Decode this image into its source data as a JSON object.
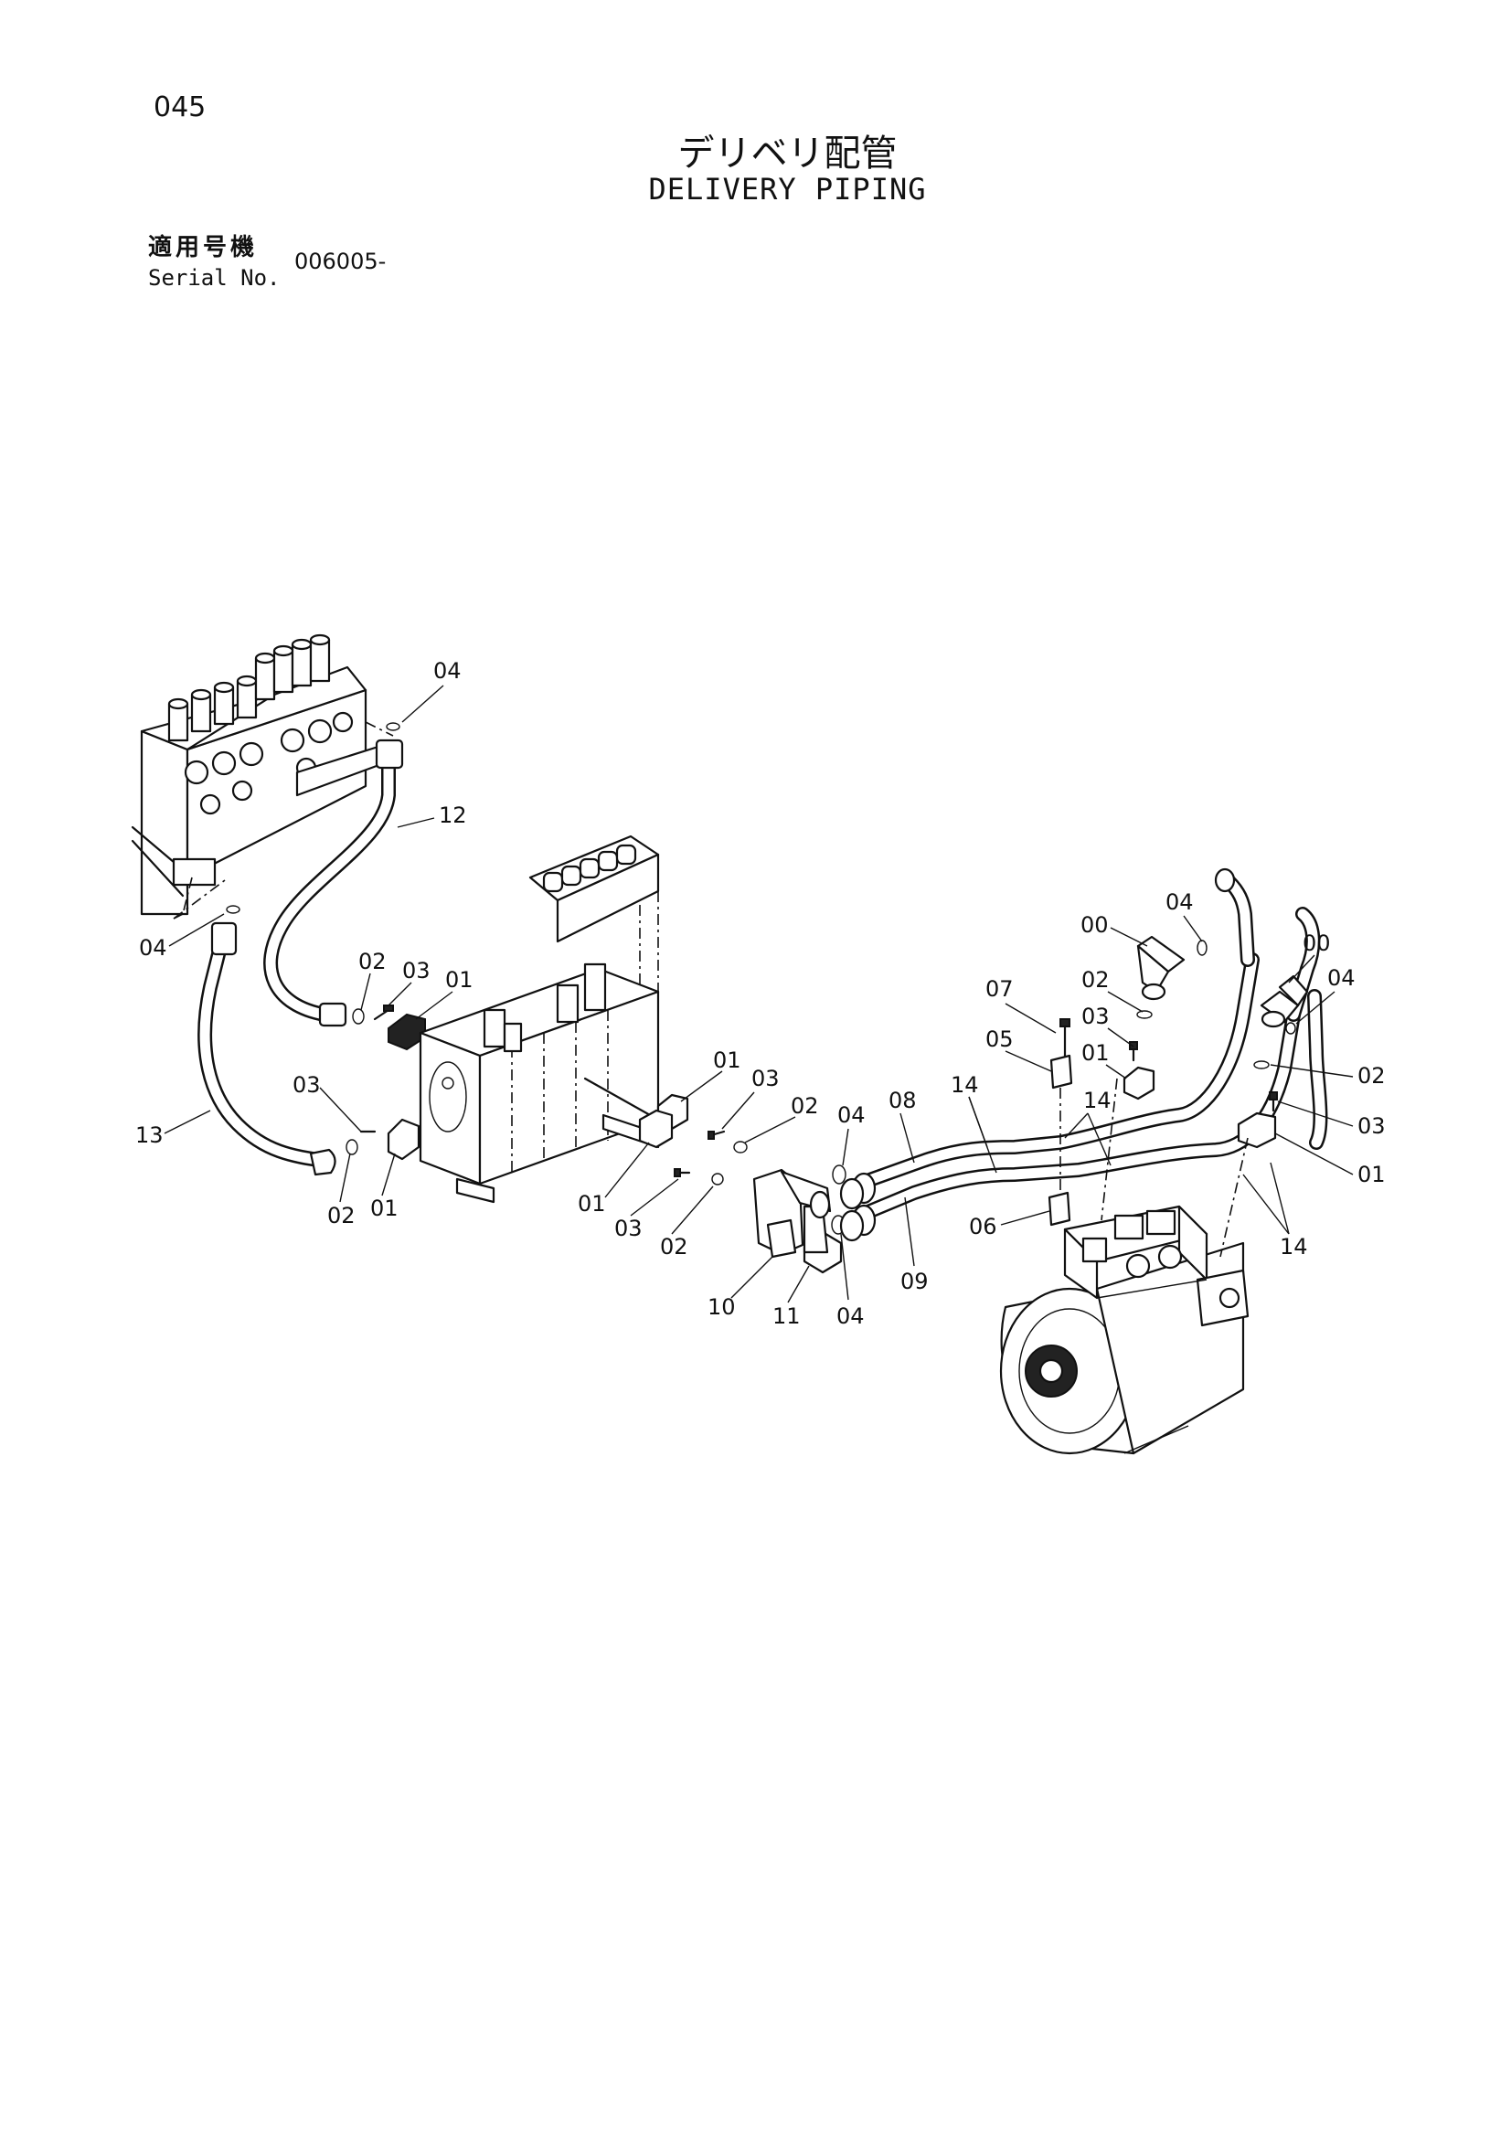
{
  "header": {
    "page_number": "045",
    "title_ja": "デリベリ配管",
    "title_en": "DELIVERY PIPING",
    "serial_label_ja": "適用号機",
    "serial_label_en": "Serial No.",
    "serial_value": "006005-"
  },
  "part_labels": [
    {
      "id": "04",
      "pos": "top-left hose end"
    },
    {
      "id": "12"
    },
    {
      "id": "04",
      "pos": "left valve port"
    },
    {
      "id": "13"
    },
    {
      "id": "02",
      "pos": "hose 12 fitting"
    },
    {
      "id": "03",
      "pos": "hose 12 fitting"
    },
    {
      "id": "01",
      "pos": "hose 12 flange"
    },
    {
      "id": "03",
      "pos": "hose 13 fitting"
    },
    {
      "id": "02",
      "pos": "hose 13 fitting"
    },
    {
      "id": "01",
      "pos": "hose 13 flange"
    },
    {
      "id": "01",
      "pos": "center flange upper"
    },
    {
      "id": "03",
      "pos": "center bolt upper"
    },
    {
      "id": "02",
      "pos": "center o-ring upper"
    },
    {
      "id": "01",
      "pos": "center flange lower"
    },
    {
      "id": "03",
      "pos": "center bolt lower"
    },
    {
      "id": "02",
      "pos": "center o-ring lower"
    },
    {
      "id": "04",
      "pos": "elbow upper"
    },
    {
      "id": "08"
    },
    {
      "id": "14",
      "pos": "pipe group left"
    },
    {
      "id": "14",
      "pos": "pipe group mid"
    },
    {
      "id": "09"
    },
    {
      "id": "10"
    },
    {
      "id": "11"
    },
    {
      "id": "04",
      "pos": "elbow lower"
    },
    {
      "id": "07"
    },
    {
      "id": "05"
    },
    {
      "id": "06"
    },
    {
      "id": "00",
      "pos": "pump elbow left"
    },
    {
      "id": "04",
      "pos": "pump elbow left o-ring"
    },
    {
      "id": "02",
      "pos": "pump left o-ring"
    },
    {
      "id": "03",
      "pos": "pump left bolt"
    },
    {
      "id": "01",
      "pos": "pump left flange"
    },
    {
      "id": "00",
      "pos": "pump elbow right"
    },
    {
      "id": "04",
      "pos": "pump elbow right o-ring"
    },
    {
      "id": "02",
      "pos": "pump right o-ring"
    },
    {
      "id": "03",
      "pos": "pump right bolt"
    },
    {
      "id": "01",
      "pos": "pump right flange"
    },
    {
      "id": "14",
      "pos": "pipe group right"
    }
  ],
  "icons": {
    "control-valve": "control-valve-assembly-drawing",
    "hydraulic-pump": "hydraulic-pump-drawing",
    "pilot-block": "pilot-valve-block-drawing"
  }
}
